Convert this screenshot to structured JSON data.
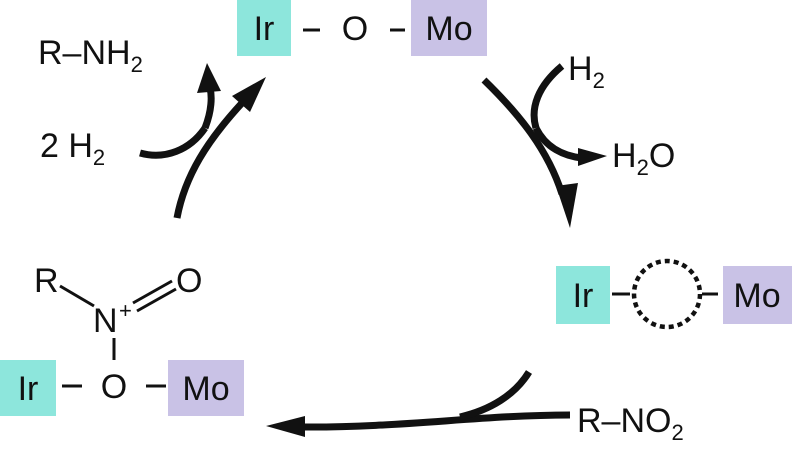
{
  "colors": {
    "ir_box": "#8de6dc",
    "mo_box": "#c9c2e6",
    "ink": "#111111"
  },
  "species": {
    "top": {
      "ir": "Ir",
      "o": "O",
      "mo": "Mo"
    },
    "vacancy": {
      "ir": "Ir",
      "mo": "Mo"
    },
    "adsorbed": {
      "r": "R",
      "n": "N",
      "n_charge": "+",
      "o_top": "O",
      "ir": "Ir",
      "o": "O",
      "mo": "Mo"
    }
  },
  "reagents": {
    "h2_in": {
      "text": "H",
      "sub": "2"
    },
    "water_out": {
      "text": "H",
      "sub": "2",
      "tail": "O"
    },
    "nitro_in": {
      "text": "R–NO",
      "sub": "2"
    },
    "hydrogen_in": {
      "text": "2 H",
      "sub": "2"
    },
    "amine_out": {
      "text": "R–NH",
      "sub": "2"
    }
  }
}
